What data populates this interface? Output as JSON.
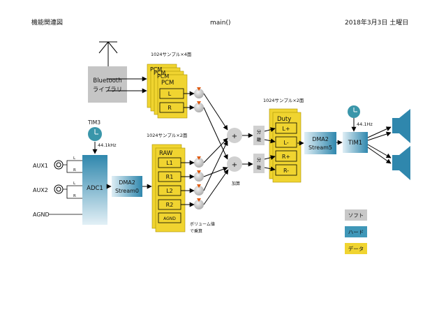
{
  "header": {
    "left": "機能関連図",
    "center": "main()",
    "right": "2018年3月3日 土曜日"
  },
  "blocks": {
    "bluetooth": [
      "Bluetooth",
      "ライブラリ"
    ],
    "adc": "ADC1",
    "dma_in": [
      "DMA2",
      "Stream0"
    ],
    "dma_out": [
      "DMA2",
      "Stream5"
    ],
    "tim_out": "TIM1"
  },
  "timers": {
    "tim3_label": "TIM3",
    "tim3_freq": "44.1kHz",
    "tim1_freq": "44.1Hz"
  },
  "inputs": {
    "aux1": "AUX1",
    "aux2": "AUX2",
    "agnd": "AGND",
    "l": "L",
    "r": "R"
  },
  "buffers": {
    "pcm_caption": "1024サンプル×4面",
    "pcm_title": "PCM",
    "pcm_items": [
      "L",
      "R"
    ],
    "raw_caption": "1024サンプル×2面",
    "raw_title": "RAW",
    "raw_items": [
      "L1",
      "R1",
      "L2",
      "R2",
      "AGND"
    ],
    "duty_caption": "1024サンプル×2面",
    "duty_title": "Duty",
    "duty_items": [
      "L+",
      "L-",
      "R+",
      "R-"
    ]
  },
  "ops": {
    "plus": "+",
    "add_label": "加算",
    "split": [
      "分",
      "離"
    ],
    "volume_label": [
      "ボリューム値",
      "で乗算"
    ]
  },
  "legend": [
    {
      "label": "ソフト",
      "color": "#c8c8c8"
    },
    {
      "label": "ハード",
      "color": "#3f97b8"
    },
    {
      "label": "データ",
      "color": "#f0d430"
    }
  ],
  "colors": {
    "soft": "#c8c8c8",
    "hard": "#3f97b8",
    "data": "#f0d430",
    "timer": "#3a96aa"
  }
}
